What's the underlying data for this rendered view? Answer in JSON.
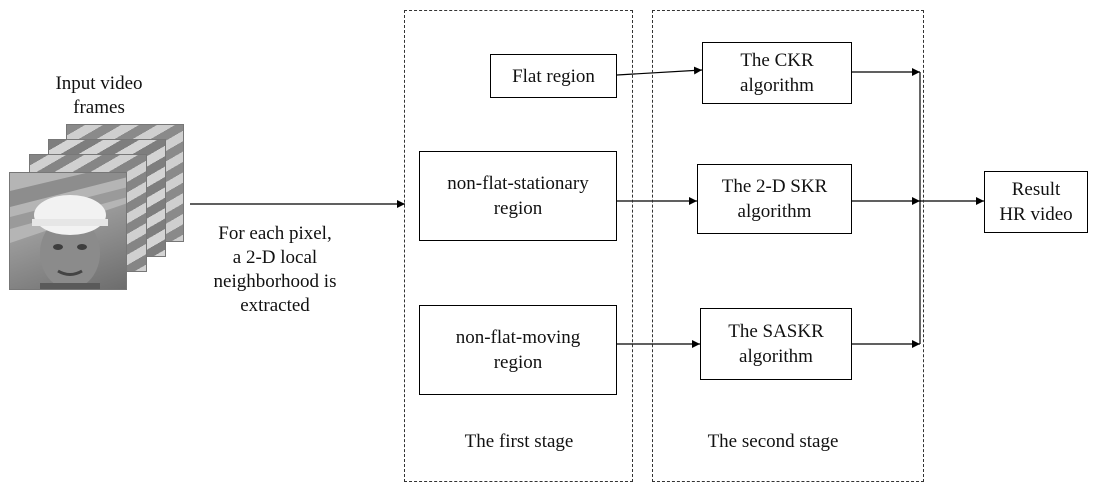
{
  "input": {
    "line1": "Input video",
    "line2": "frames"
  },
  "extract_note": {
    "line1": "For each pixel,",
    "line2": "a 2-D local",
    "line3": "neighborhood is",
    "line4": "extracted"
  },
  "first_stage": {
    "label": "The first stage",
    "regions": [
      {
        "line1": "Flat region",
        "line2": ""
      },
      {
        "line1": "non-flat-stationary",
        "line2": "region"
      },
      {
        "line1": "non-flat-moving",
        "line2": "region"
      }
    ]
  },
  "second_stage": {
    "label": "The second stage",
    "algorithms": [
      {
        "line1": "The CKR",
        "line2": "algorithm"
      },
      {
        "line1": "The 2-D SKR",
        "line2": "algorithm"
      },
      {
        "line1": "The SASKR",
        "line2": "algorithm"
      }
    ]
  },
  "result": {
    "line1": "Result",
    "line2": "HR video"
  }
}
